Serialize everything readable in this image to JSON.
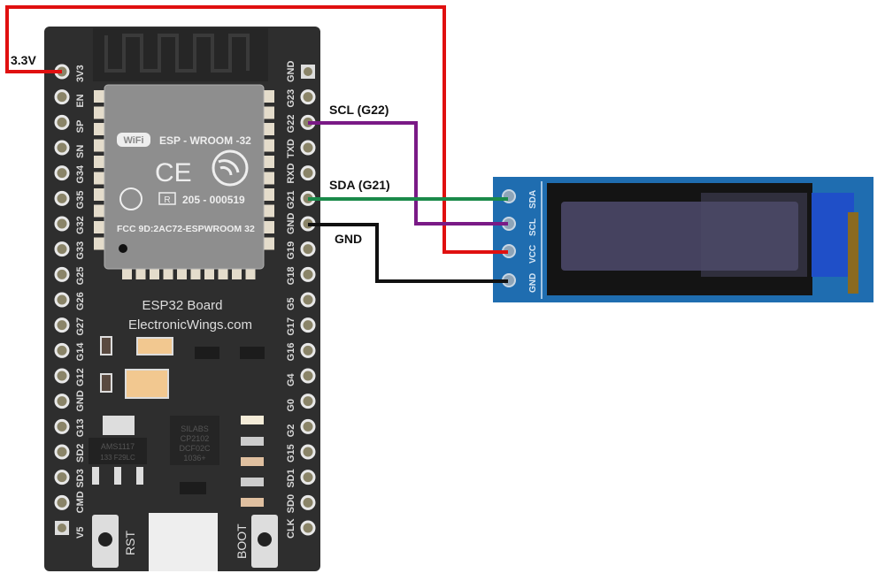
{
  "board": {
    "title": "ESP32 Board",
    "website": "ElectronicWings.com",
    "module_name": "ESP - WROOM -32",
    "wifi_logo": "WiFi",
    "ce_mark": "CE",
    "reg_mark": "R",
    "reg_number": "205 - 000519",
    "fcc_id": "FCC 9D:2AC72-ESPWROOM 32",
    "usb_chip": [
      "SILABS",
      "CP2102",
      "DCF02C",
      "1036+"
    ],
    "regulator": [
      "AMS1117",
      "133 F29LC"
    ],
    "rst_label": "RST",
    "boot_label": "BOOT",
    "left_pins": [
      "3V3",
      "EN",
      "SP",
      "SN",
      "G34",
      "G35",
      "G32",
      "G33",
      "G25",
      "G26",
      "G27",
      "G14",
      "G12",
      "GND",
      "G13",
      "SD2",
      "SD3",
      "CMD",
      "V5"
    ],
    "right_pins": [
      "GND",
      "G23",
      "G22",
      "TXD",
      "RXD",
      "G21",
      "GND",
      "G19",
      "G18",
      "G5",
      "G17",
      "G16",
      "G4",
      "G0",
      "G2",
      "G15",
      "SD1",
      "SD0",
      "CLK"
    ]
  },
  "oled": {
    "pins": [
      "SDA",
      "SCL",
      "VCC",
      "GND"
    ]
  },
  "wires": {
    "vcc": {
      "label": "3.3V",
      "color": "#e01010"
    },
    "scl": {
      "label": "SCL (G22)",
      "color": "#7a1a86"
    },
    "sda": {
      "label": "SDA (G21)",
      "color": "#1a8a4a"
    },
    "gnd": {
      "label": "GND",
      "color": "#111111"
    }
  }
}
